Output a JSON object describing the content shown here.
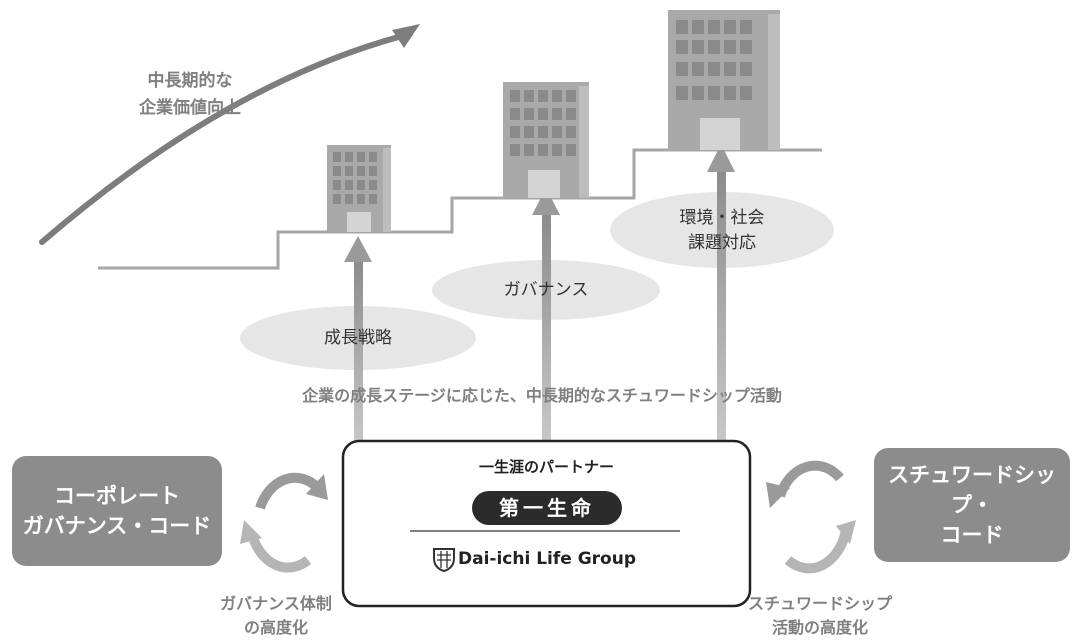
{
  "growth_label": [
    "中長期的な",
    "企業価値向上"
  ],
  "pillars": [
    {
      "label": [
        "成長戦略"
      ]
    },
    {
      "label": [
        "ガバナンス"
      ]
    },
    {
      "label": [
        "環境・社会",
        "課題対応"
      ]
    }
  ],
  "activity_caption": "企業の成長ステージに応じた、中長期的なスチュワードシップ活動",
  "center": {
    "tagline": "一生涯のパートナー",
    "brand": "第一生命",
    "group": "Dai-ichi Life Group"
  },
  "left_box": [
    "コーポレート",
    "ガバナンス・コード"
  ],
  "right_box": [
    "スチュワードシップ・",
    "コード"
  ],
  "left_caption": [
    "ガバナンス体制",
    "の高度化"
  ],
  "right_caption": [
    "スチュワードシップ",
    "活動の高度化"
  ],
  "colors": {
    "arrow": "#999999",
    "stair": "#a6a6a6",
    "box": "#8c8c8c",
    "ellipse": "#e6e6e6",
    "building": "#a6a6a6"
  }
}
